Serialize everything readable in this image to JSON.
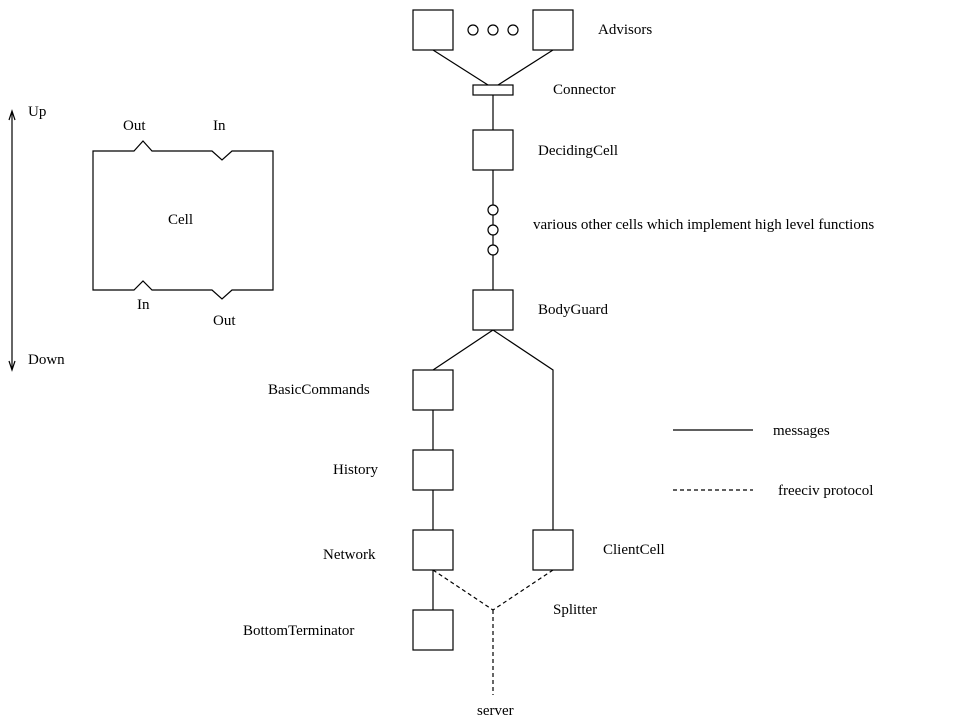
{
  "orientation": {
    "up": "Up",
    "down": "Down"
  },
  "cell_template": {
    "label": "Cell",
    "top_left_port": "Out",
    "top_right_port": "In",
    "bottom_left_port": "In",
    "bottom_right_port": "Out"
  },
  "nodes": {
    "advisors": "Advisors",
    "connector": "Connector",
    "deciding_cell": "DecidingCell",
    "other_cells": "various other cells which implement high level functions",
    "body_guard": "BodyGuard",
    "basic_commands": "BasicCommands",
    "history": "History",
    "network": "Network",
    "bottom_terminator": "BottomTerminator",
    "client_cell": "ClientCell",
    "splitter": "Splitter",
    "server": "server"
  },
  "legend": {
    "messages": "messages",
    "protocol": "freeciv protocol"
  }
}
